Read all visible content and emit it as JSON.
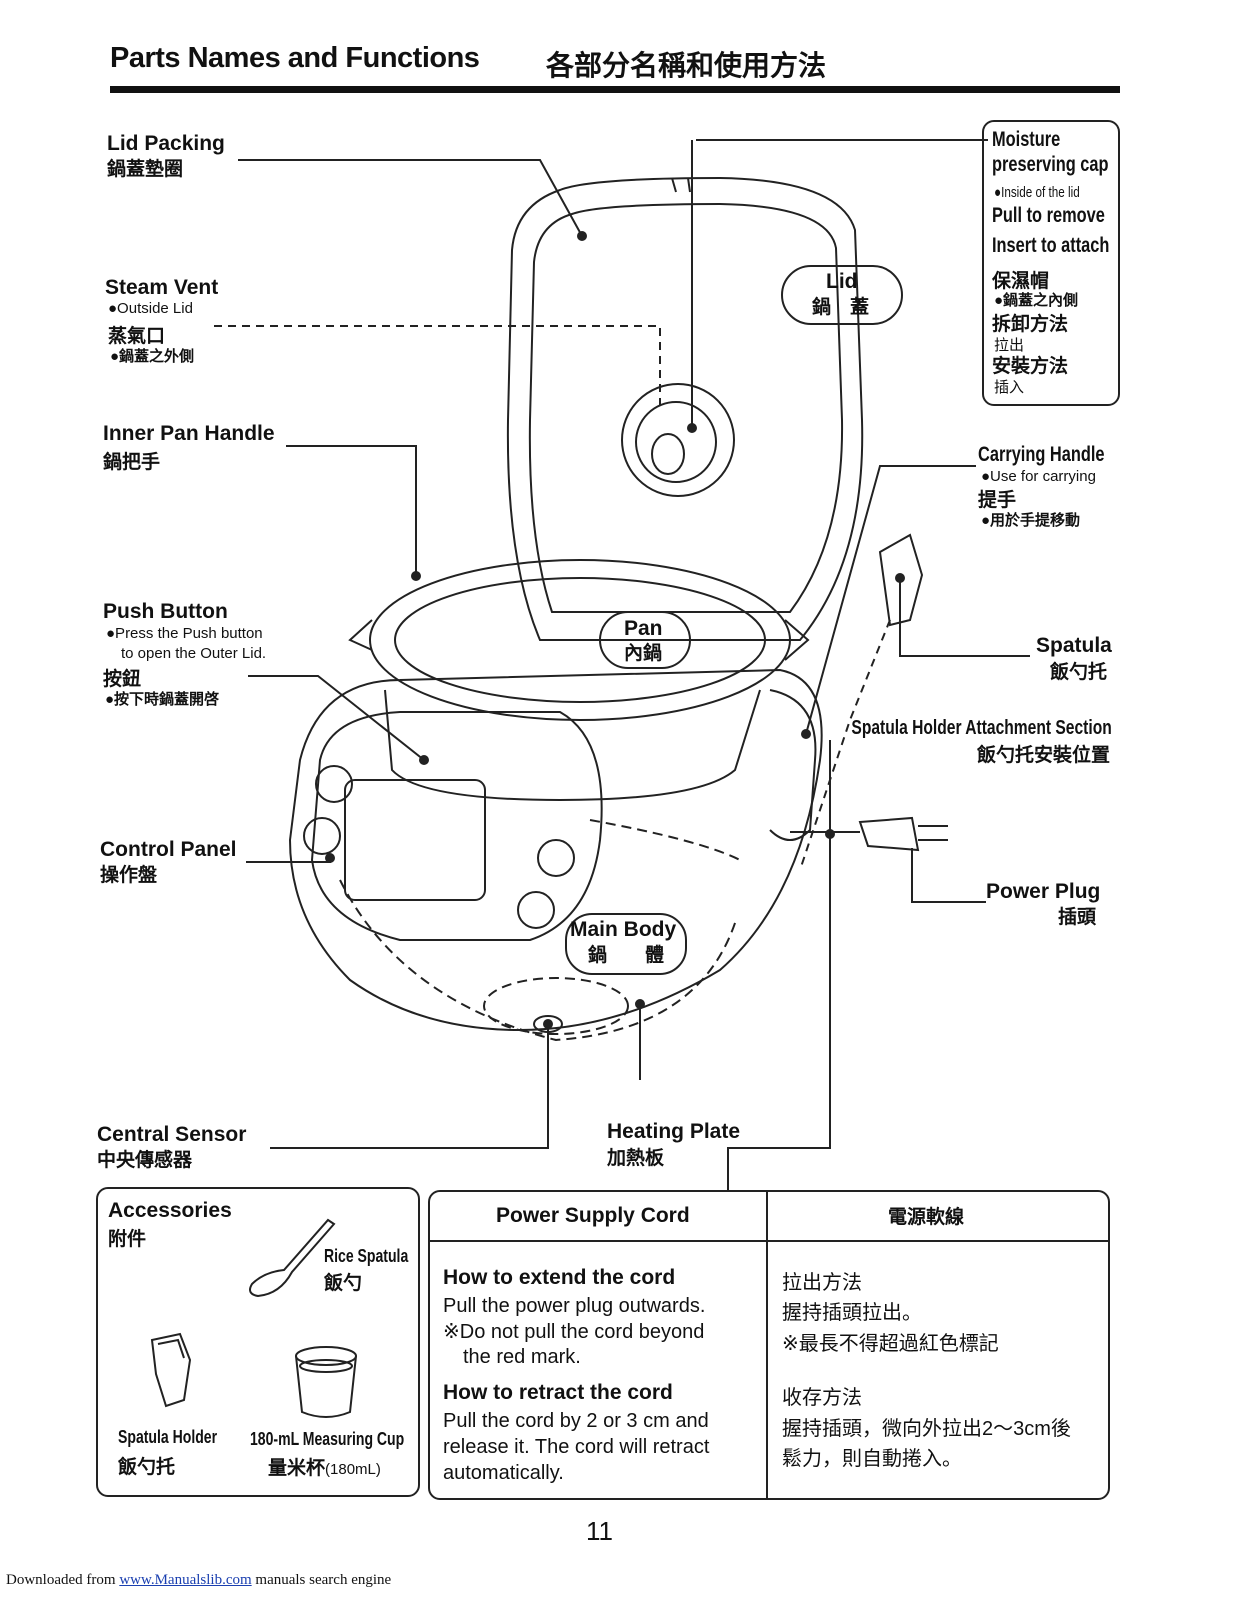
{
  "header": {
    "title_en": "Parts Names and Functions",
    "title_zh": "各部分名稱和使用方法"
  },
  "labels": {
    "lid_packing": {
      "en": "Lid Packing",
      "zh": "鍋蓋墊圈"
    },
    "steam_vent": {
      "en": "Steam Vent",
      "note_en": "●Outside Lid",
      "zh": "蒸氣口",
      "note_zh": "●鍋蓋之外側"
    },
    "inner_pan_handle": {
      "en": "Inner Pan Handle",
      "zh": "鍋把手"
    },
    "push_button": {
      "en": "Push Button",
      "note_en_1": "●Press the Push button",
      "note_en_2": "to open the Outer Lid.",
      "zh": "按鈕",
      "note_zh": "●按下時鍋蓋開啓"
    },
    "control_panel": {
      "en": "Control Panel",
      "zh": "操作盤"
    },
    "central_sensor": {
      "en": "Central Sensor",
      "zh": "中央傳感器"
    },
    "heating_plate": {
      "en": "Heating Plate",
      "zh": "加熱板"
    },
    "moisture_cap": {
      "en_1": "Moisture",
      "en_2": "preserving cap",
      "note_1": "●Inside of the lid",
      "pull": "Pull to remove",
      "insert": "Insert to attach",
      "zh": "保濕帽",
      "zh_note": "●鍋蓋之內側",
      "zh_remove": "拆卸方法",
      "zh_pull": "拉出",
      "zh_attach": "安裝方法",
      "zh_insert": "插入"
    },
    "lid": {
      "en": "Lid",
      "zh": "鍋　蓋"
    },
    "pan": {
      "en": "Pan",
      "zh": "內鍋"
    },
    "main_body": {
      "en": "Main Body",
      "zh": "鍋　　體"
    },
    "carrying_handle": {
      "en": "Carrying Handle",
      "note_en": "●Use for carrying",
      "zh": "提手",
      "note_zh": "●用於手提移動"
    },
    "spatula": {
      "en": "Spatula",
      "zh": "飯勺托"
    },
    "spatula_holder_section": {
      "en": "Spatula Holder Attachment Section",
      "zh": "飯勺托安裝位置"
    },
    "power_plug": {
      "en": "Power Plug",
      "zh": "插頭"
    }
  },
  "accessories": {
    "title_en": "Accessories",
    "title_zh": "附件",
    "rice_spatula_en": "Rice Spatula",
    "rice_spatula_zh": "飯勺",
    "spatula_holder_en": "Spatula Holder",
    "spatula_holder_zh": "飯勺托",
    "cup_en": "180-mL Measuring Cup",
    "cup_zh": "量米杯",
    "cup_zh_unit": "(180mL)"
  },
  "power_cord": {
    "header_en": "Power Supply Cord",
    "header_zh": "電源軟線",
    "extend_title": "How to extend the cord",
    "extend_1": "Pull the power plug outwards.",
    "extend_2": "※Do not pull the cord beyond",
    "extend_3": "the red mark.",
    "retract_title": "How to retract the cord",
    "retract_1": "Pull the cord by 2 or 3 cm and",
    "retract_2": "release it. The cord will retract",
    "retract_3": "automatically.",
    "zh_extend_title": "拉出方法",
    "zh_extend_1": "握持插頭拉出。",
    "zh_extend_2": "※最長不得超過紅色標記",
    "zh_retract_title": "收存方法",
    "zh_retract_1": "握持插頭，微向外拉出2～3cm後",
    "zh_retract_2": "鬆力，則自動捲入。"
  },
  "page_number": "11",
  "footer": {
    "prefix": "Downloaded from ",
    "link": "www.Manualslib.com",
    "suffix": " manuals search engine"
  }
}
